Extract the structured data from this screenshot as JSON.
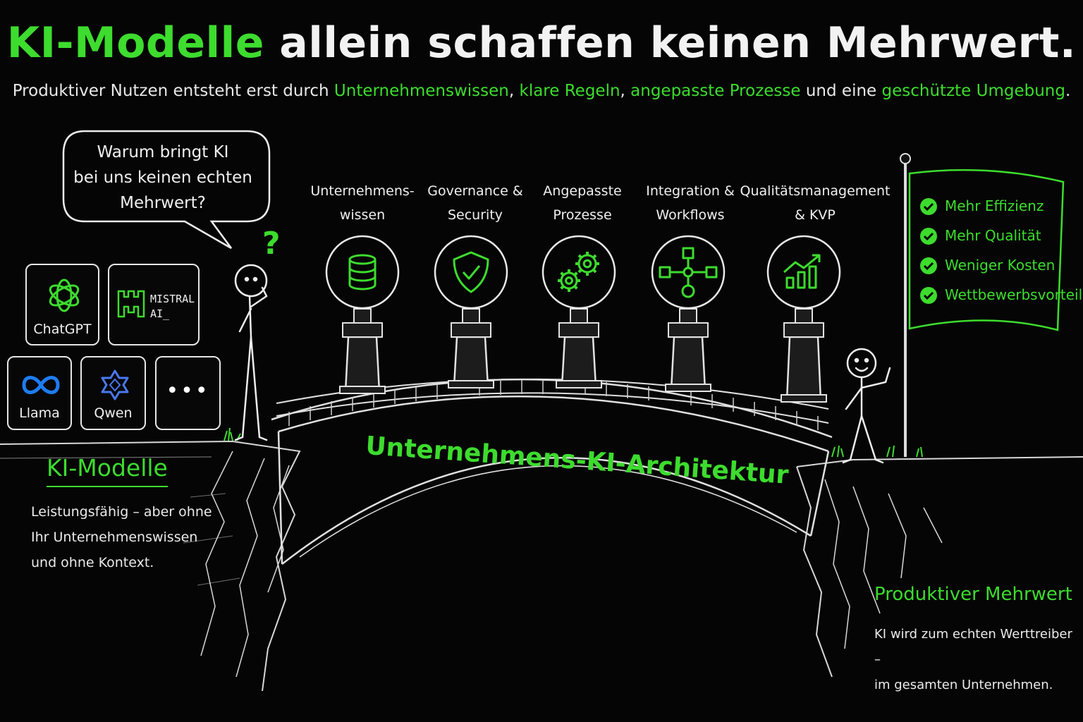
{
  "title": {
    "highlight": "KI-Modelle",
    "rest": " allein schaffen keinen Mehrwert."
  },
  "subtitle": {
    "p1": "Produktiver Nutzen entsteht erst durch ",
    "g1": "Unternehmenswissen",
    "p2": ", ",
    "g2": "klare Regeln",
    "p3": ", ",
    "g3": "angepasste Prozesse",
    "p4": " und eine ",
    "g4": "geschützte Umgebung",
    "p5": "."
  },
  "speech_bubble": {
    "line1": "Warum bringt KI",
    "line2": "bei uns keinen echten",
    "line3": "Mehrwert?"
  },
  "question_mark": "?",
  "models": {
    "chatgpt": "ChatGPT",
    "mistral": "MISTRAL\nAI_",
    "llama": "Llama",
    "qwen": "Qwen",
    "more": "•••"
  },
  "left": {
    "heading": "KI-Modelle",
    "desc_line1": "Leistungsfähig – aber ohne",
    "desc_line2": "Ihr Unternehmenswissen",
    "desc_line3": "und ohne Kontext."
  },
  "pillars": [
    {
      "line1": "Unternehmens-",
      "line2": "wissen",
      "icon": "database-icon"
    },
    {
      "line1": "Governance &",
      "line2": "Security",
      "icon": "shield-check-icon"
    },
    {
      "line1": "Angepasste",
      "line2": "Prozesse",
      "icon": "gears-icon"
    },
    {
      "line1": "Integration &",
      "line2": "Workflows",
      "icon": "workflow-icon"
    },
    {
      "line1": "Qualitätsmanagement",
      "line2": "& KVP",
      "icon": "growth-chart-icon"
    }
  ],
  "bridge_label": "Unternehmens-KI-Architektur",
  "benefits": [
    "Mehr Effizienz",
    "Mehr Qualität",
    "Weniger Kosten",
    "Wettbewerbsvorteil"
  ],
  "right": {
    "heading": "Produktiver Mehrwert",
    "desc_line1": "KI wird zum echten Werttreiber –",
    "desc_line2": "im gesamten Unternehmen."
  },
  "colors": {
    "accent": "#3ddc2e",
    "background": "#050505",
    "chalk": "#ececec",
    "llama_blue": "#1e7cf2",
    "qwen_blue": "#4a78f0"
  }
}
